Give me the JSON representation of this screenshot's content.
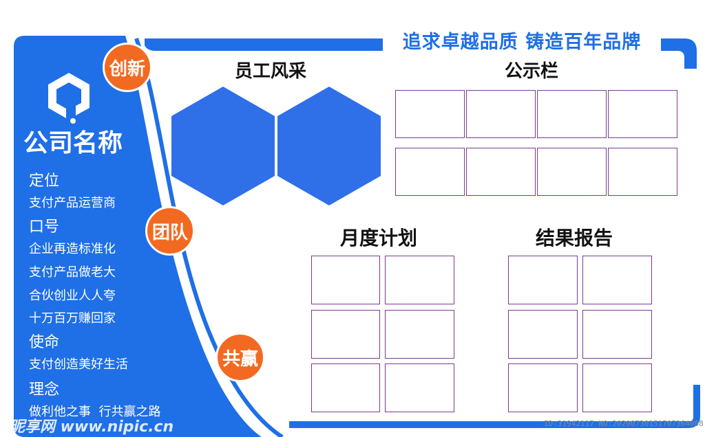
{
  "slogan": "追求卓越品质 铸造百年品牌",
  "company": {
    "name": "公司名称",
    "logo_icon": "company-logo-icon"
  },
  "badges": [
    "创新",
    "团队",
    "共赢"
  ],
  "sidebar": {
    "items": [
      {
        "text": "定位",
        "kind": "heading"
      },
      {
        "text": "支付产品运营商",
        "kind": "line"
      },
      {
        "text": "口号",
        "kind": "heading"
      },
      {
        "text": "企业再造标准化",
        "kind": "line"
      },
      {
        "text": "支付产品做老大",
        "kind": "line"
      },
      {
        "text": "合伙创业人人夸",
        "kind": "line"
      },
      {
        "text": "十万百万赚回家",
        "kind": "line"
      },
      {
        "text": "使命",
        "kind": "heading"
      },
      {
        "text": "支付创造美好生活",
        "kind": "line"
      },
      {
        "text": "理念",
        "kind": "heading"
      },
      {
        "text": "做利他之事  行共赢之路",
        "kind": "line"
      }
    ]
  },
  "sections": {
    "staff": "员工风采",
    "notice": "公示栏",
    "monthly_plan": "月度计划",
    "result_report": "结果报告"
  },
  "watermark": "昵享网 www.nipic.cn",
  "image_id_text": "ID:31942117 NO:20200730151707364088",
  "colors": {
    "primary_blue": "#1f6fe6",
    "accent_orange": "#f26a21",
    "frame_purple": "#7a3a8c"
  }
}
